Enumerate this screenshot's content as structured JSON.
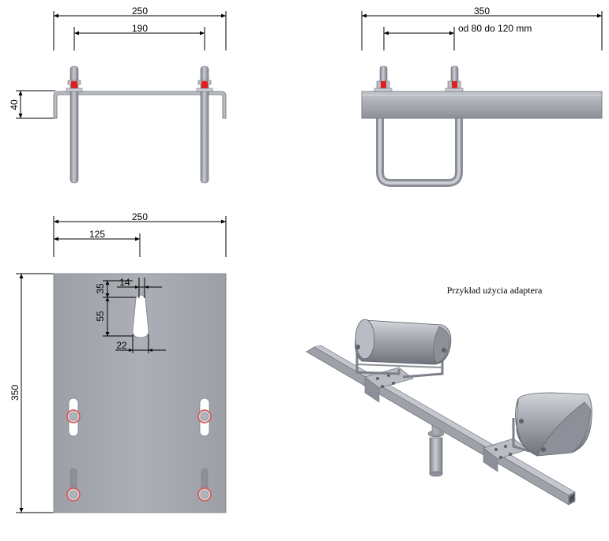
{
  "front_view": {
    "width_outer": "250",
    "width_bolts": "190",
    "height": "40"
  },
  "side_view": {
    "length": "350",
    "bolt_range": "od 80 do 120 mm"
  },
  "plate_view": {
    "width": "250",
    "half_width": "125",
    "height": "350",
    "slot_top": "35",
    "slot_length": "55",
    "slot_top_width": "14",
    "slot_bottom_width": "22"
  },
  "example": {
    "caption": "Przykład użycia adaptera"
  },
  "colors": {
    "steel": "#a7aab1",
    "steel_dark": "#7d8089",
    "steel_light": "#c9ccd2",
    "nut": "#e02020",
    "plate": "#a5a8af"
  }
}
